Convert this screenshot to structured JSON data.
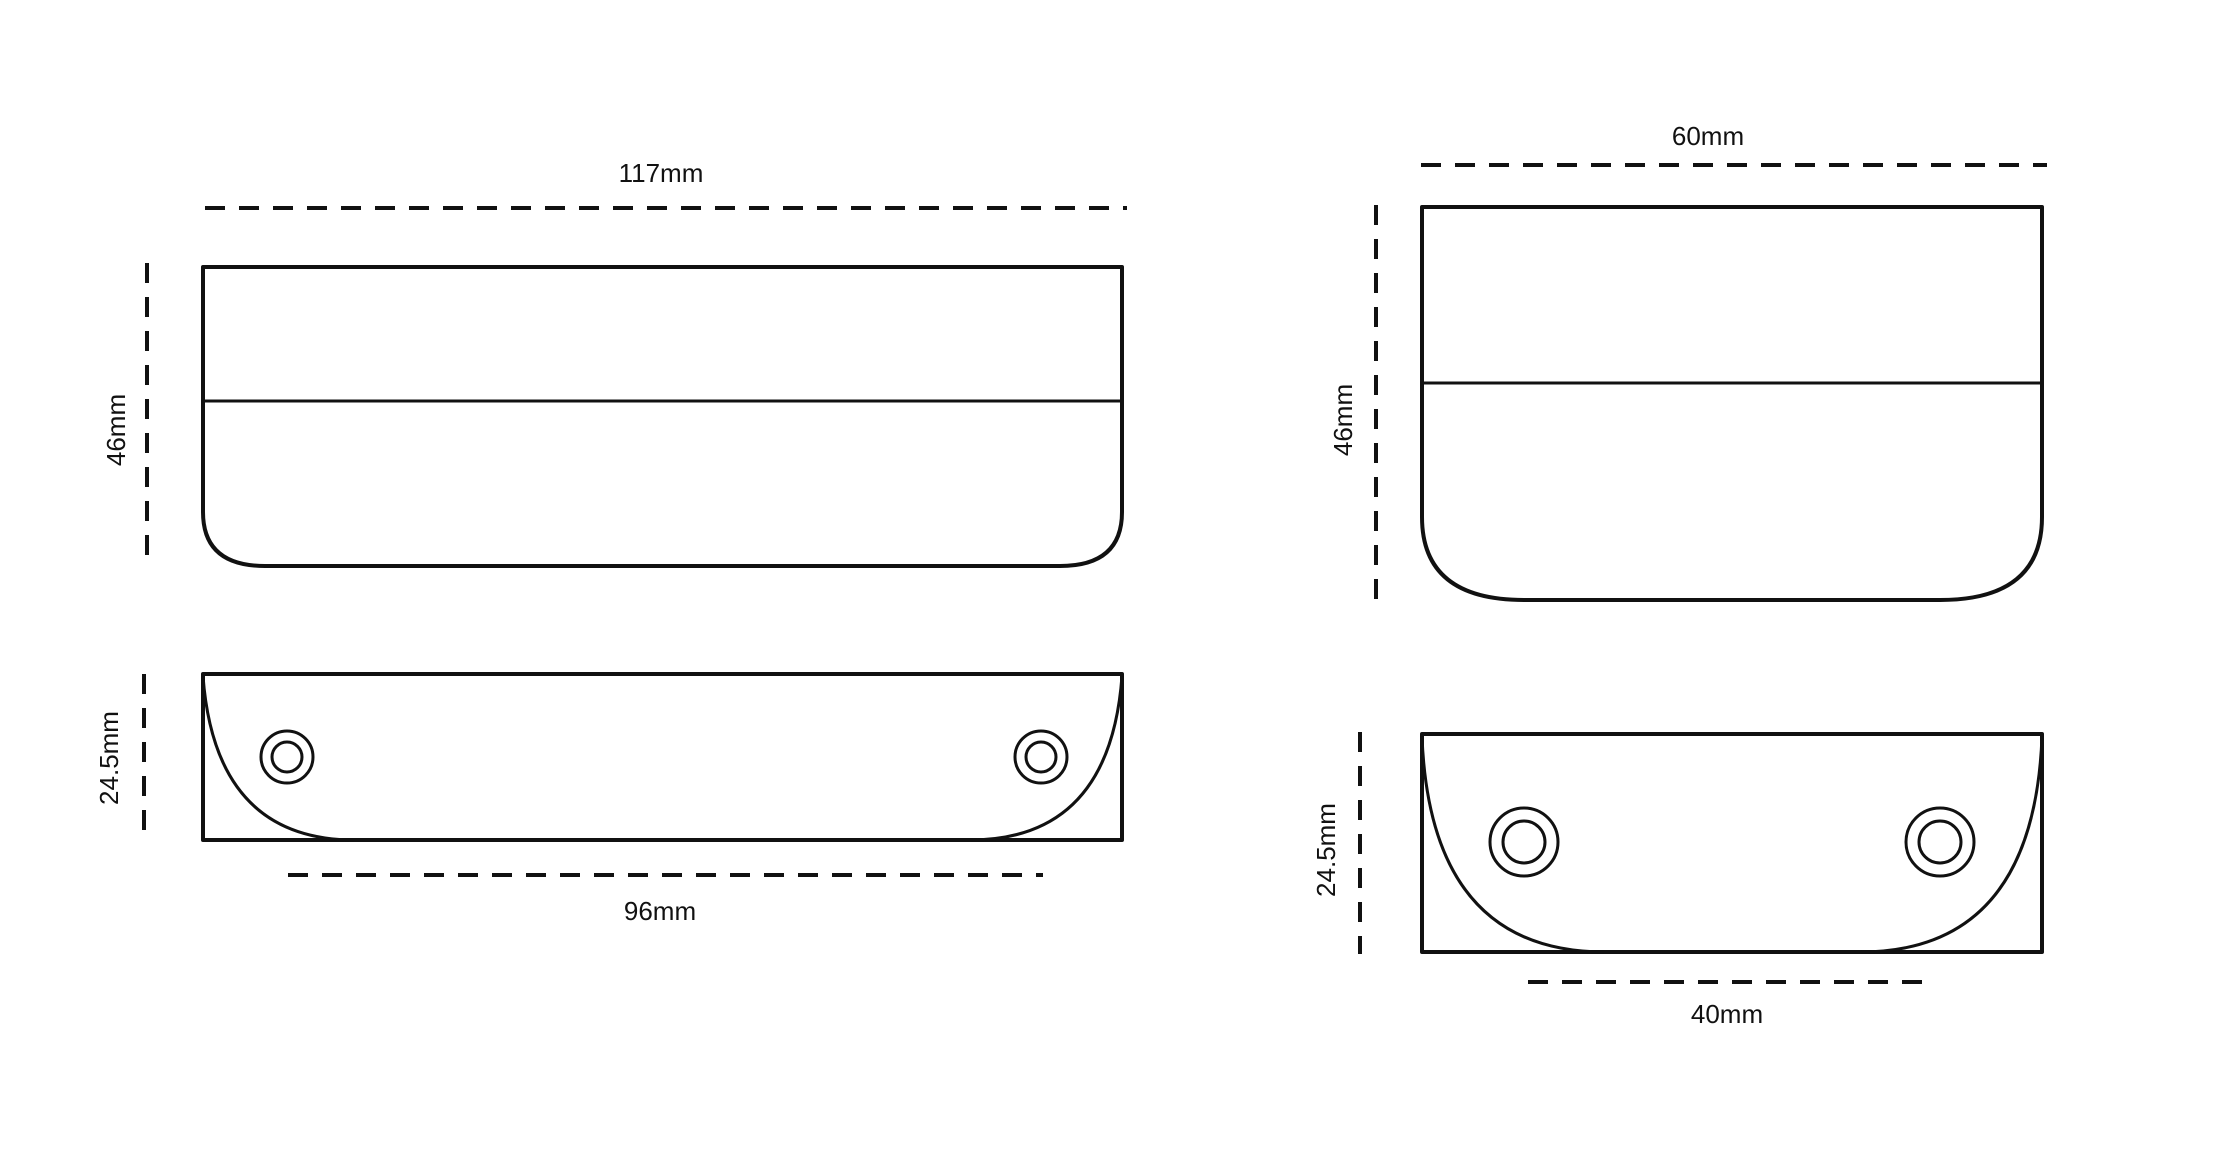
{
  "diagram": {
    "large_handle": {
      "width_label": "117mm",
      "height_label": "46mm",
      "depth_label": "24.5mm",
      "hole_spacing_label": "96mm"
    },
    "small_handle": {
      "width_label": "60mm",
      "height_label": "46mm",
      "depth_label": "24.5mm",
      "hole_spacing_label": "40mm"
    },
    "colors": {
      "line": "#111111",
      "background": "#ffffff"
    }
  }
}
